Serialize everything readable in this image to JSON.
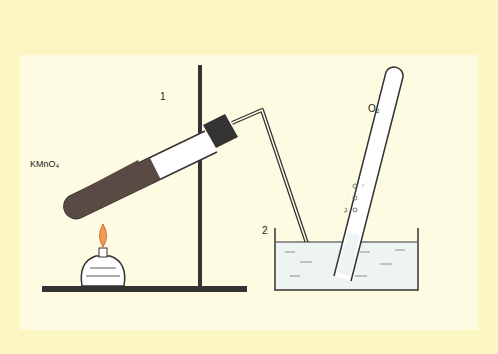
{
  "diagram": {
    "labels": [
      "1",
      "KMnO₄",
      "O₂",
      "2"
    ]
  }
}
